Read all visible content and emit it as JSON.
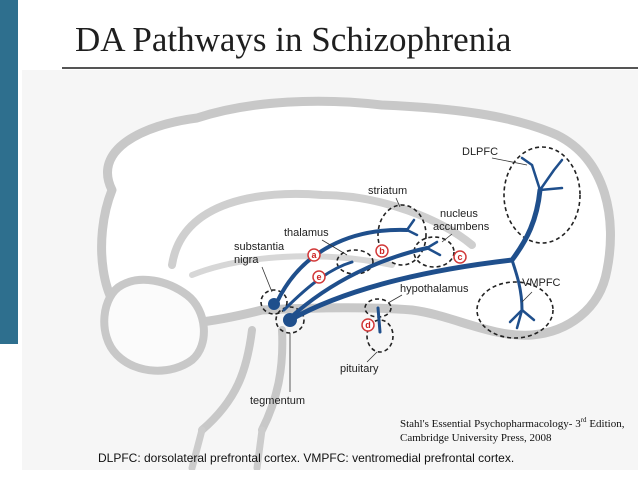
{
  "slide": {
    "title": "DA Pathways in Schizophrenia",
    "accent_color": "#2e6f8e"
  },
  "diagram": {
    "labels": {
      "dlpfc": "DLPFC",
      "striatum": "striatum",
      "nucleus": "nucleus",
      "accumbens": "accumbens",
      "thalamus": "thalamus",
      "substantia": "substantia",
      "nigra": "nigra",
      "hypothalamus": "hypothalamus",
      "vmpfc": "VMPFC",
      "pituitary": "pituitary",
      "tegmentum": "tegmentum"
    },
    "pathway_markers": [
      "a",
      "b",
      "c",
      "d",
      "e"
    ],
    "marker_color": "#d23a3a",
    "pathway_color": "#1f4f8c",
    "citation": {
      "line1_pre": "Stahl's Essential Psychopharmacology- 3",
      "line1_sup": "rd",
      "line1_post": " Edition,",
      "line2": "Cambridge University Press, 2008"
    },
    "footnote": "DLPFC: dorsolateral prefrontal cortex. VMPFC: ventromedial prefrontal cortex."
  }
}
